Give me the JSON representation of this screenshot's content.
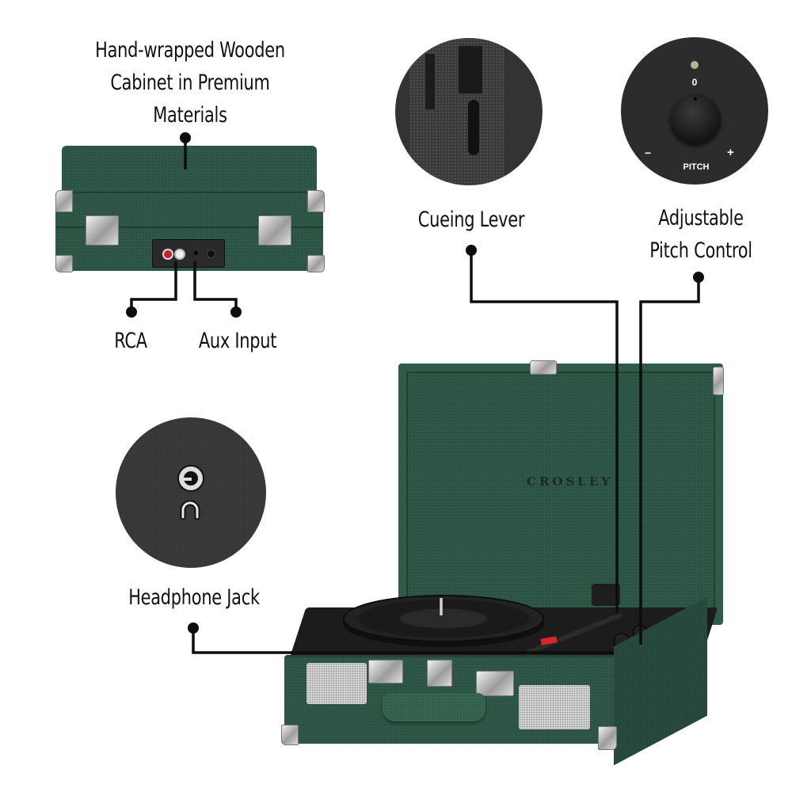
{
  "callouts": {
    "cabinet": {
      "lines": [
        "Hand-wrapped Wooden",
        "Cabinet in Premium",
        "Materials"
      ]
    },
    "rca": {
      "label": "RCA"
    },
    "aux": {
      "label": "Aux Input"
    },
    "cueing": {
      "label": "Cueing Lever"
    },
    "pitch": {
      "lines": [
        "Adjustable",
        "Pitch Control"
      ]
    },
    "headphone": {
      "label": "Headphone Jack"
    }
  },
  "pitch_dial": {
    "zero_mark": "0",
    "minus": "−",
    "plus": "+",
    "label": "PITCH"
  },
  "brand": {
    "logo_text": "CROSLEY"
  },
  "icons": {
    "headphone_jack": "headphone-jack-icon",
    "headphone": "headphone-icon"
  },
  "colors": {
    "case_green": "#2b5443",
    "panel_dark": "#2e2e2e",
    "line": "#0d0d0d",
    "text": "#111111",
    "chrome": "#c8c8c8",
    "stylus_red": "#d8272a"
  }
}
